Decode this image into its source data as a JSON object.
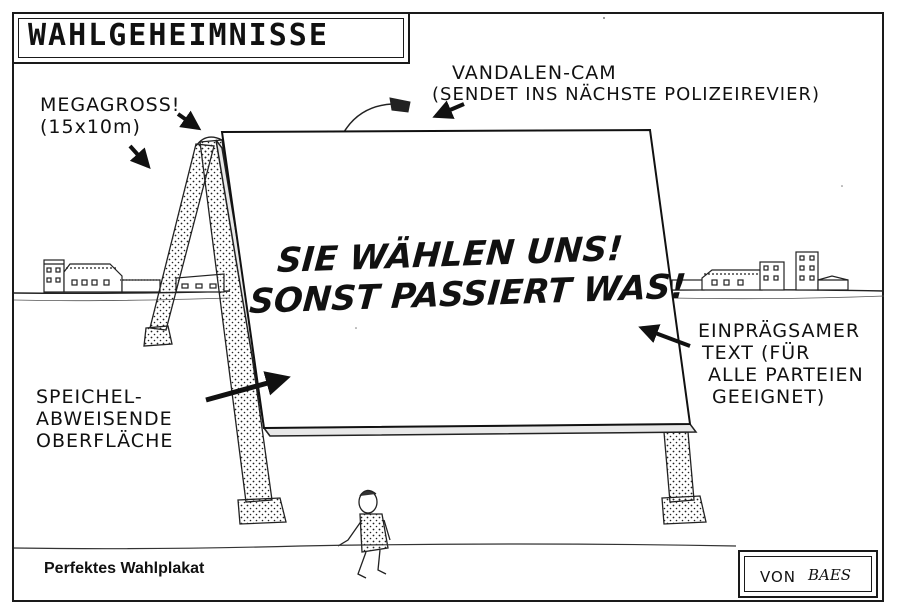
{
  "title": "WAHLGEHEIMNISSE",
  "board": {
    "line1": "SIE WÄHLEN UNS!",
    "line2": "SONST PASSIERT WAS!"
  },
  "annotations": {
    "megagross_line1": "MEGAGROSS!",
    "megagross_line2": "(15x10m)",
    "cam_line1": "VANDALEN-CAM",
    "cam_line2": "(SENDET INS NÄCHSTE POLIZEIREVIER)",
    "text_line1": "EINPRÄGSAMER",
    "text_line2": "TEXT (FÜR",
    "text_line3": "ALLE PARTEIEN",
    "text_line4": "GEEIGNET)",
    "surface_line1": "SPEICHEL-",
    "surface_line2": "ABWEISENDE",
    "surface_line3": "OBERFLÄCHE"
  },
  "caption": "Perfektes Wahlplakat",
  "signature": {
    "prefix": "VON",
    "artist": "BAES"
  }
}
